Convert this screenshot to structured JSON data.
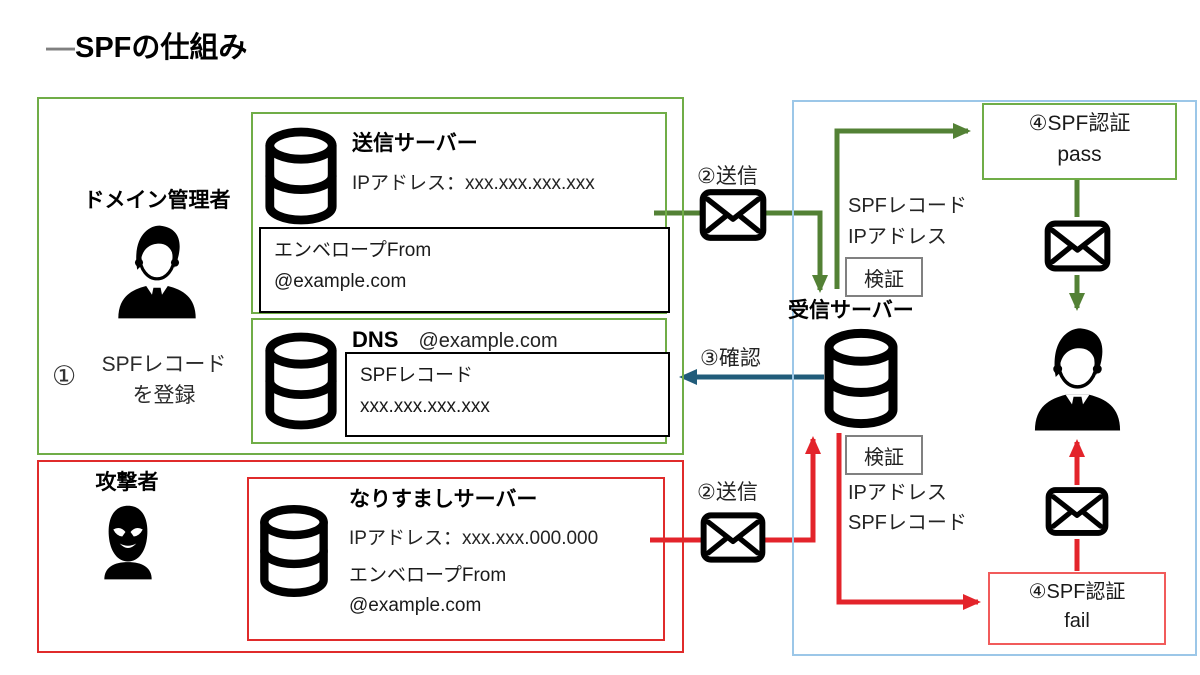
{
  "title": {
    "dash": "—",
    "text": "SPFの仕組み"
  },
  "colors": {
    "green-border": "#70AD47",
    "green-arrow": "#538135",
    "red-line": "#E3242B",
    "red-border": "#E02B2B",
    "fail-border": "#F15B5B",
    "blue-border": "#9CC7E8",
    "blue-arrow": "#215C7A",
    "badge-border": "#808080",
    "dash-gray": "#808080"
  },
  "domain_admin": {
    "label": "ドメイン管理者",
    "step_number": "①",
    "step_line1": "SPFレコード",
    "step_line2": "を登録",
    "icon": "person-icon"
  },
  "sending_server": {
    "title": "送信サーバー",
    "ip": "IPアドレス：xxx.xxx.xxx.xxx",
    "envelope_line1": "エンベロープFrom",
    "envelope_line2": "@example.com",
    "icon": "database-icon"
  },
  "dns": {
    "title": "DNS",
    "domain": "@example.com",
    "record_line1": "SPFレコード",
    "record_line2": "xxx.xxx.xxx.xxx",
    "icon": "database-icon"
  },
  "attacker": {
    "label": "攻撃者",
    "icon": "balaclava-icon"
  },
  "spoof_server": {
    "title": "なりすましサーバー",
    "ip": "IPアドレス：xxx.xxx.000.000",
    "envelope_line1": "エンベロープFrom",
    "envelope_line2": "@example.com",
    "icon": "database-icon"
  },
  "flow": {
    "send_top_label": "②送信",
    "send_bottom_label": "②送信",
    "confirm_label": "③確認",
    "mail_icon": "envelope-icon"
  },
  "receiver": {
    "label": "受信サーバー",
    "icon": "database-icon",
    "verify_pass": {
      "line1": "SPFレコード",
      "line2": "IPアドレス",
      "badge": "検証"
    },
    "verify_fail": {
      "badge": "検証",
      "line1": "IPアドレス",
      "line2": "SPFレコード"
    },
    "result_pass": {
      "line1": "④SPF認証",
      "line2": "pass"
    },
    "result_fail": {
      "line1": "④SPF認証",
      "line2": "fail"
    },
    "recipient_icon": "person-icon"
  }
}
